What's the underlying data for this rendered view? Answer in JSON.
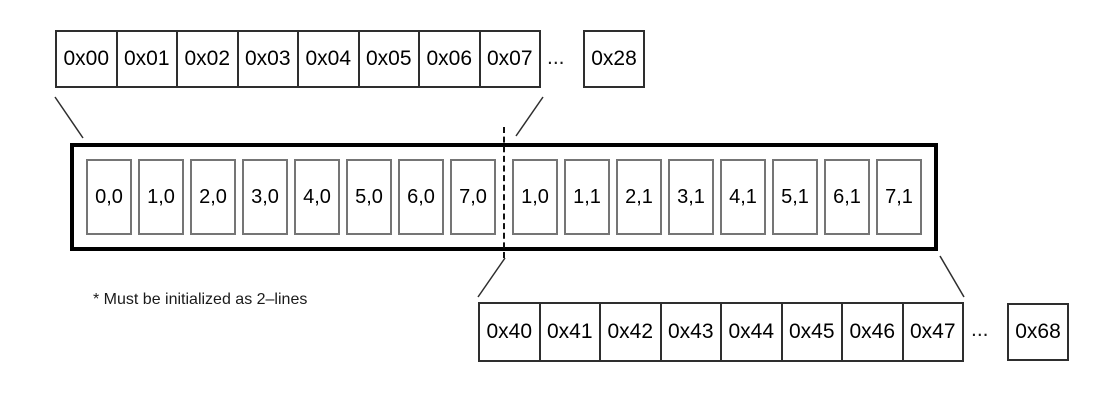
{
  "diagram": {
    "top_row": {
      "cells": [
        "0x00",
        "0x01",
        "0x02",
        "0x03",
        "0x04",
        "0x05",
        "0x06",
        "0x07"
      ],
      "ellipsis": "...",
      "detached_cell": "0x28"
    },
    "line_box": {
      "first_line_cells": [
        "0,0",
        "1,0",
        "2,0",
        "3,0",
        "4,0",
        "5,0",
        "6,0",
        "7,0"
      ],
      "second_line_cells": [
        "1,0",
        "1,1",
        "2,1",
        "3,1",
        "4,1",
        "5,1",
        "6,1",
        "7,1"
      ]
    },
    "bottom_row": {
      "cells": [
        "0x40",
        "0x41",
        "0x42",
        "0x43",
        "0x44",
        "0x45",
        "0x46",
        "0x47"
      ],
      "ellipsis": "...",
      "detached_cell": "0x68"
    },
    "note": "* Must be initialized as 2–lines",
    "colors": {
      "background": "#ffffff",
      "line_box_border": "#000000",
      "element_cell_border": "#757575",
      "address_row_border": "#2e2e2e",
      "connector": "#2e2e2e",
      "text": "#000000"
    }
  }
}
